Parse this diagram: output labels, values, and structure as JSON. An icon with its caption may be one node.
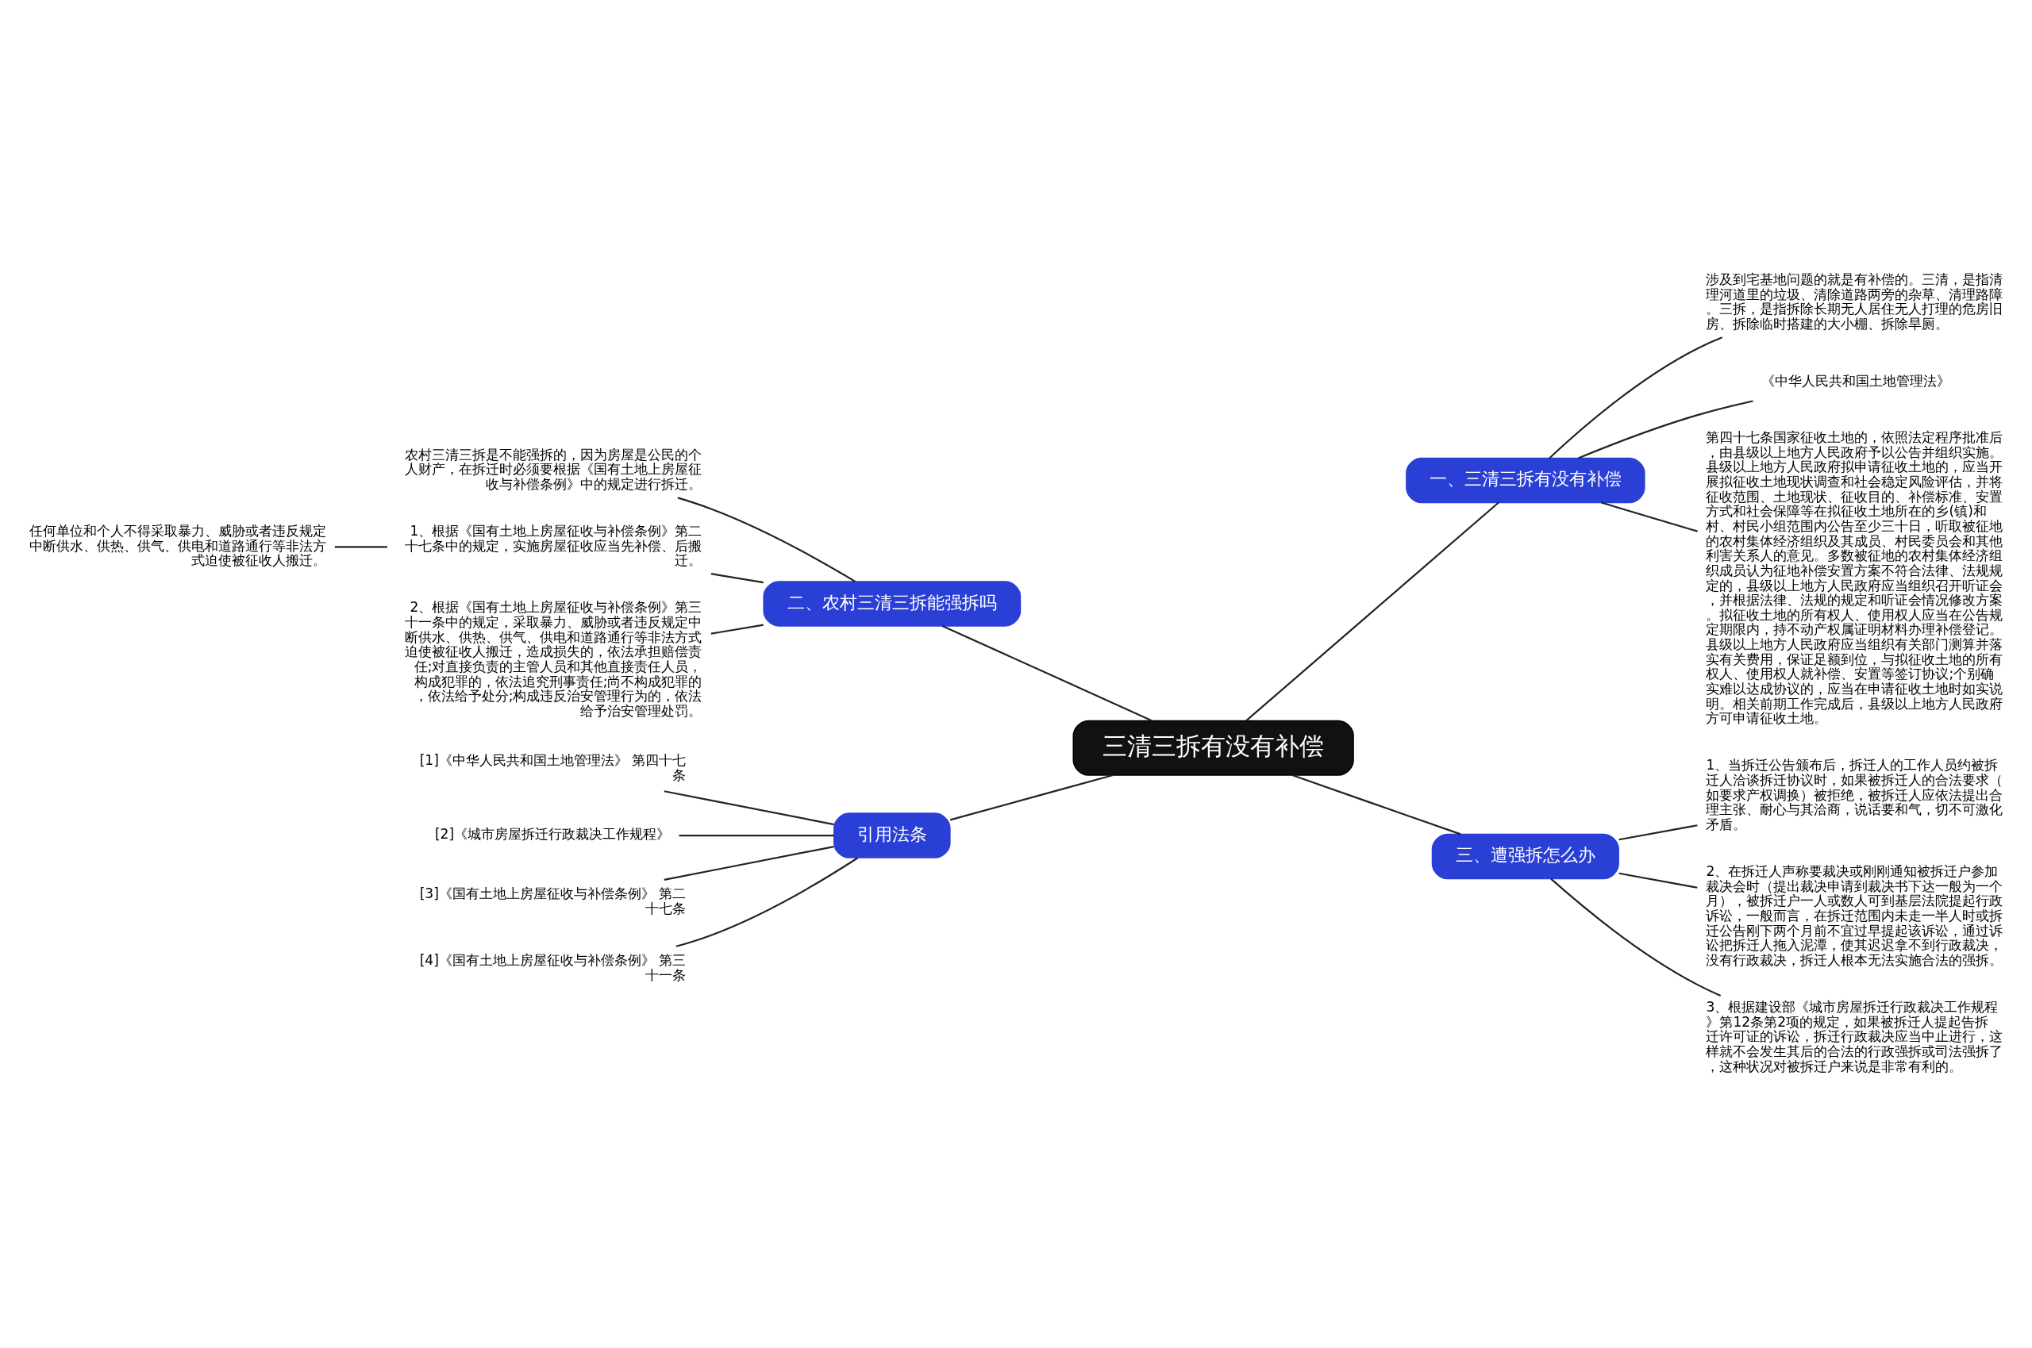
{
  "diagram": {
    "nodes": [
      {
        "text": [
          "三清三拆有没有补偿"
        ]
      },
      {
        "text": [
          "一、三清三拆有没有补偿"
        ]
      },
      {
        "text": [
          "涉及到宅基地问题的就是有补偿的。三清，是指清理河道里的垃圾、清除道路两旁的杂草、清理路障。三拆，是指拆除长期无人居住无人打理的危房旧房、拆除临时搭建的大小棚、拆除旱厕。"
        ]
      },
      {
        "text": [
          "《中华人民共和国土地管理法》"
        ]
      },
      {
        "text": [
          "第四十七条国家征收土地的，依照法定程序批准后，由县级以上地方人民政府予以公告并组织实施。县级以上地方人民政府拟申请征收土地的，应当开展拟征收土地现状调查和社会稳定风险评估，并将征收范围、土地现状、征收目的、补偿标准、安置方式和社会保障等在拟征收土地所在的乡(镇)和村、村民小组范围内公告至少三十日，听取被征地的农村集体经济组织及其成员、村民委员会和其他利害关系人的意见。多数被征地的农村集体经济组织成员认为征地补偿安置方案不符合法律、法规规定的，县级以上地方人民政府应当组织召开听证会，并根据法律、法规的规定和听证会情况修改方案。拟征收土地的所有权人、使用权人应当在公告规定期限内，持不动产权属证明材料办理补偿登记。县级以上地方人民政府应当组织有关部门测算并落实有关费用，保证足额到位，与拟征收土地的所有权人、使用权人就补偿、安置等签订协议;个别确实难以达成协议的，应当在申请征收土地时如实说明。相关前期工作完成后，县级以上地方人民政府方可申请征收土地。"
        ]
      },
      {
        "text": [
          "二、农村三清三拆能强拆吗"
        ]
      },
      {
        "text": [
          "农村三清三拆是不能强拆的，因为房屋是公民的个人财产，在拆迁时必须要根据《国有土地上房屋征收与补偿条例》中的规定进行拆迁。"
        ]
      },
      {
        "text": [
          "1、根据《国有土地上房屋征收与补偿条例》第二十七条中的规定，实施房屋征收应当先补偿、后搬迁。"
        ]
      },
      {
        "text": [
          "任何单位和个人不得采取暴力、威胁或者违反规定中断供水、供热、供气、供电和道路通行等非法方式迫使被征收人搬迁。"
        ]
      },
      {
        "text": [
          "2、根据《国有土地上房屋征收与补偿条例》第三十一条中的规定，采取暴力、威胁或者违反规定中断供水、供热、供气、供电和道路通行等非法方式迫使被征收人搬迁，造成损失的，依法承担赔偿责任;对直接负责的主管人员和其他直接责任人员，构成犯罪的，依法追究刑事责任;尚不构成犯罪的，依法给予处分;构成违反治安管理行为的，依法给予治安管理处罚。"
        ]
      },
      {
        "text": [
          "引用法条"
        ]
      },
      {
        "text": [
          "[1]《中华人民共和国土地管理法》 第四十七条"
        ]
      },
      {
        "text": [
          "[2]《城市房屋拆迁行政裁决工作规程》"
        ]
      },
      {
        "text": [
          "[3]《国有土地上房屋征收与补偿条例》 第二十七条"
        ]
      },
      {
        "text": [
          "[4]《国有土地上房屋征收与补偿条例》 第三十一条"
        ]
      },
      {
        "text": [
          "三、遭强拆怎么办"
        ]
      },
      {
        "text": [
          "1、当拆迁公告颁布后，拆迁人的工作人员约被拆迁人洽谈拆迁协议时，如果被拆迁人的合法要求（如要求产权调换）被拒绝，被拆迁人应依法提出合理主张、耐心与其洽商，说话要和气，切不可激化矛盾。"
        ]
      },
      {
        "text": [
          "2、在拆迁人声称要裁决或刚刚通知被拆迁户参加裁决会时（提出裁决申请到裁决书下达一般为一个月），被拆迁户一人或数人可到基层法院提起行政诉讼，一般而言，在拆迁范围内未走一半人时或拆迁公告刚下两个月前不宜过早提起该诉讼，通过诉讼把拆迁人拖入泥潭，使其迟迟拿不到行政裁决，没有行政裁决，拆迁人根本无法实施合法的强拆。"
        ]
      },
      {
        "text": [
          "3、根据建设部《城市房屋拆迁行政裁决工作规程》第12条第2项的规定，如果被拆迁人提起告拆迁许可证的诉讼，拆迁行政裁决应当中止进行，这样就不会发生其后的合法的行政强拆或司法强拆了，这种状况对被拆迁户来说是非常有利的。"
        ]
      }
    ],
    "edges": [
      {
        "from": 0,
        "to": 1,
        "arrow": "none"
      },
      {
        "from": 1,
        "to": 2,
        "arrow": "none"
      },
      {
        "from": 1,
        "to": 3,
        "arrow": "none"
      },
      {
        "from": 1,
        "to": 4,
        "arrow": "none"
      },
      {
        "from": 0,
        "to": 5,
        "arrow": "none"
      },
      {
        "from": 5,
        "to": 6,
        "arrow": "none"
      },
      {
        "from": 5,
        "to": 7,
        "arrow": "none"
      },
      {
        "from": 7,
        "to": 8,
        "arrow": "none"
      },
      {
        "from": 5,
        "to": 9,
        "arrow": "none"
      },
      {
        "from": 0,
        "to": 10,
        "arrow": "none"
      },
      {
        "from": 10,
        "to": 11,
        "arrow": "none"
      },
      {
        "from": 10,
        "to": 12,
        "arrow": "none"
      },
      {
        "from": 10,
        "to": 13,
        "arrow": "none"
      },
      {
        "from": 10,
        "to": 14,
        "arrow": "none"
      },
      {
        "from": 0,
        "to": 15,
        "arrow": "none"
      },
      {
        "from": 15,
        "to": 16,
        "arrow": "none"
      },
      {
        "from": 15,
        "to": 17,
        "arrow": "none"
      },
      {
        "from": 15,
        "to": 18,
        "arrow": "none"
      }
    ]
  }
}
